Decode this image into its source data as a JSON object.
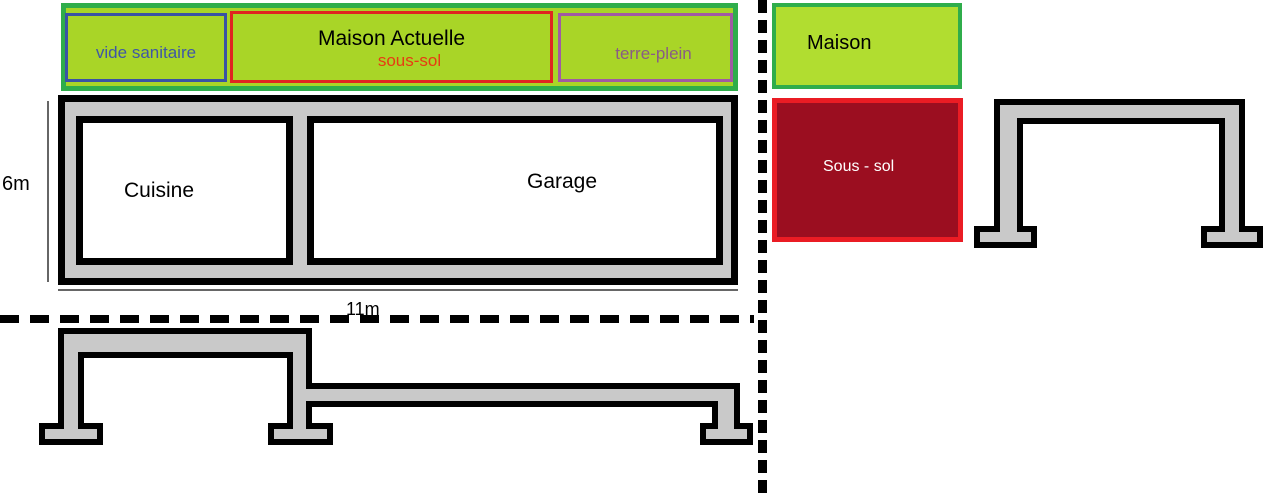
{
  "strip": {
    "vide_sanitaire": "vide sanitaire",
    "maison_actuelle": "Maison Actuelle",
    "maison_actuelle_sub": "sous-sol",
    "terre_plein": "terre-plein"
  },
  "plan": {
    "cuisine": "Cuisine",
    "garage": "Garage",
    "height_label": "6m",
    "width_label": "11m"
  },
  "legend": {
    "maison": "Maison",
    "sous_sol": "Sous - sol"
  },
  "colors": {
    "strip-fill": "#a9d527",
    "legend-maison-fill": "#b1dd30",
    "green-border": "#2fad4b",
    "blue-border": "#3a53a4",
    "blue-text": "#3f57a6",
    "red-border": "#e02520",
    "sous-sol-text": "#e73c12",
    "purple-border": "#a15aa3",
    "purple-text": "#8a5c85",
    "legend-red-border": "#ea1c24",
    "legend-darkred-fill": "#9b0e20",
    "structure-gray": "#c9c9c9",
    "ink": "#000000",
    "dim-line": "#666666"
  }
}
